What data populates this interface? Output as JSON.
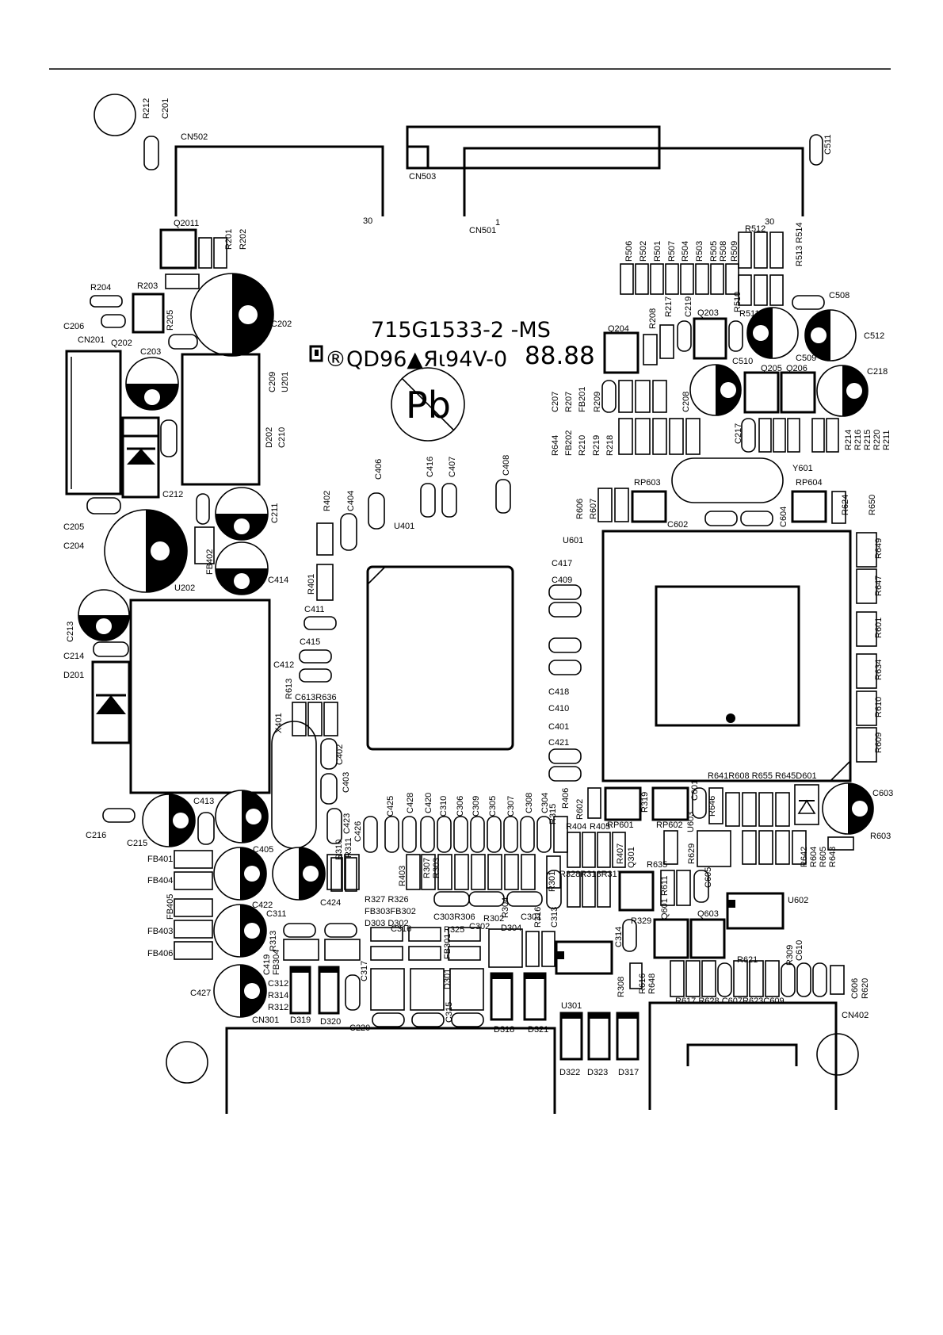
{
  "board": {
    "part_number": "715G1533-2 -MS",
    "markings": "®QD96▲Яι94V-0",
    "date_code": "88.88",
    "pb_mark": "Pb"
  },
  "labels": [
    {
      "id": "R212",
      "text": "R212"
    },
    {
      "id": "C201",
      "text": "C201"
    },
    {
      "id": "CN502",
      "text": "CN502"
    },
    {
      "id": "CN503",
      "text": "CN503"
    },
    {
      "id": "C511",
      "text": "C511"
    },
    {
      "id": "Q2011",
      "text": "Q2011"
    },
    {
      "id": "R201",
      "text": "R201"
    },
    {
      "id": "R202",
      "text": "R202"
    },
    {
      "id": "P30a",
      "text": "30"
    },
    {
      "id": "CN501",
      "text": "CN501"
    },
    {
      "id": "P1",
      "text": "1"
    },
    {
      "id": "R512",
      "text": "R512"
    },
    {
      "id": "P30b",
      "text": "30"
    },
    {
      "id": "R513R514",
      "text": "R513 R514"
    },
    {
      "id": "R506",
      "text": "R506"
    },
    {
      "id": "R502",
      "text": "R502"
    },
    {
      "id": "R501",
      "text": "R501"
    },
    {
      "id": "R507",
      "text": "R507"
    },
    {
      "id": "R504",
      "text": "R504"
    },
    {
      "id": "R503",
      "text": "R503"
    },
    {
      "id": "R505",
      "text": "R505"
    },
    {
      "id": "R508",
      "text": "R508"
    },
    {
      "id": "R509",
      "text": "R509"
    },
    {
      "id": "R204",
      "text": "R204"
    },
    {
      "id": "R203",
      "text": "R203"
    },
    {
      "id": "R205",
      "text": "R205"
    },
    {
      "id": "C202",
      "text": "C202"
    },
    {
      "id": "C206",
      "text": "C206"
    },
    {
      "id": "CN201",
      "text": "CN201"
    },
    {
      "id": "Q202",
      "text": "Q202"
    },
    {
      "id": "C203",
      "text": "C203"
    },
    {
      "id": "C209",
      "text": "C209"
    },
    {
      "id": "U201",
      "text": "U201"
    },
    {
      "id": "D202",
      "text": "D202"
    },
    {
      "id": "C210",
      "text": "C210"
    },
    {
      "id": "C212",
      "text": "C212"
    },
    {
      "id": "C205",
      "text": "C205"
    },
    {
      "id": "C204",
      "text": "C204"
    },
    {
      "id": "C211",
      "text": "C211"
    },
    {
      "id": "FB402",
      "text": "FB402"
    },
    {
      "id": "C414",
      "text": "C414"
    },
    {
      "id": "U202",
      "text": "U202"
    },
    {
      "id": "C213",
      "text": "C213"
    },
    {
      "id": "C214",
      "text": "C214"
    },
    {
      "id": "D201",
      "text": "D201"
    },
    {
      "id": "R402",
      "text": "R402"
    },
    {
      "id": "C404",
      "text": "C404"
    },
    {
      "id": "C406",
      "text": "C406"
    },
    {
      "id": "C416",
      "text": "C416"
    },
    {
      "id": "C407",
      "text": "C407"
    },
    {
      "id": "C408",
      "text": "C408"
    },
    {
      "id": "U401",
      "text": "U401"
    },
    {
      "id": "R401",
      "text": "R401"
    },
    {
      "id": "C411",
      "text": "C411"
    },
    {
      "id": "C415",
      "text": "C415"
    },
    {
      "id": "C412",
      "text": "C412"
    },
    {
      "id": "R613",
      "text": "R613"
    },
    {
      "id": "C613R636",
      "text": "C613R636"
    },
    {
      "id": "X401",
      "text": "X401"
    },
    {
      "id": "C402",
      "text": "C402"
    },
    {
      "id": "C403",
      "text": "C403"
    },
    {
      "id": "C417",
      "text": "C417"
    },
    {
      "id": "C409",
      "text": "C409"
    },
    {
      "id": "C418",
      "text": "C418"
    },
    {
      "id": "C410",
      "text": "C410"
    },
    {
      "id": "C401",
      "text": "C401"
    },
    {
      "id": "C421",
      "text": "C421"
    },
    {
      "id": "Q204",
      "text": "Q204"
    },
    {
      "id": "R208",
      "text": "R208"
    },
    {
      "id": "R217",
      "text": "R217"
    },
    {
      "id": "C219",
      "text": "C219"
    },
    {
      "id": "Q203",
      "text": "Q203"
    },
    {
      "id": "R510",
      "text": "R510"
    },
    {
      "id": "R511",
      "text": "R511"
    },
    {
      "id": "C508",
      "text": "C508"
    },
    {
      "id": "C512",
      "text": "C512"
    },
    {
      "id": "C510",
      "text": "C510"
    },
    {
      "id": "C509",
      "text": "C509"
    },
    {
      "id": "Q205",
      "text": "Q205"
    },
    {
      "id": "Q206",
      "text": "Q206"
    },
    {
      "id": "C218",
      "text": "C218"
    },
    {
      "id": "C207",
      "text": "C207"
    },
    {
      "id": "R207",
      "text": "R207"
    },
    {
      "id": "FB201",
      "text": "FB201"
    },
    {
      "id": "R209",
      "text": "R209"
    },
    {
      "id": "C208",
      "text": "C208"
    },
    {
      "id": "C217",
      "text": "C217"
    },
    {
      "id": "R644",
      "text": "R644"
    },
    {
      "id": "FB202",
      "text": "FB202"
    },
    {
      "id": "R210",
      "text": "R210"
    },
    {
      "id": "R219",
      "text": "R219"
    },
    {
      "id": "R218",
      "text": "R218"
    },
    {
      "id": "R214",
      "text": "R214"
    },
    {
      "id": "R216",
      "text": "R216"
    },
    {
      "id": "R215",
      "text": "R215"
    },
    {
      "id": "R220",
      "text": "R220"
    },
    {
      "id": "R211",
      "text": "R211"
    },
    {
      "id": "Y601",
      "text": "Y601"
    },
    {
      "id": "RP603",
      "text": "RP603"
    },
    {
      "id": "RP604",
      "text": "RP604"
    },
    {
      "id": "R606",
      "text": "R606"
    },
    {
      "id": "R607",
      "text": "R607"
    },
    {
      "id": "C602",
      "text": "C602"
    },
    {
      "id": "C604",
      "text": "C604"
    },
    {
      "id": "R624",
      "text": "R624"
    },
    {
      "id": "R650",
      "text": "R650"
    },
    {
      "id": "U601",
      "text": "U601"
    },
    {
      "id": "R649",
      "text": "R649"
    },
    {
      "id": "R647",
      "text": "R647"
    },
    {
      "id": "R601",
      "text": "R601"
    },
    {
      "id": "R634",
      "text": "R634"
    },
    {
      "id": "R610",
      "text": "R610"
    },
    {
      "id": "R609",
      "text": "R609"
    },
    {
      "id": "R641R608",
      "text": "R641R608 R655 R645D601"
    },
    {
      "id": "C603",
      "text": "C603"
    },
    {
      "id": "R603",
      "text": "R603"
    },
    {
      "id": "R642",
      "text": "R642"
    },
    {
      "id": "R604",
      "text": "R604"
    },
    {
      "id": "R605",
      "text": "R605"
    },
    {
      "id": "R643",
      "text": "R643"
    },
    {
      "id": "R646",
      "text": "R646"
    },
    {
      "id": "C601",
      "text": "C601"
    },
    {
      "id": "RP601",
      "text": "RP601"
    },
    {
      "id": "R319",
      "text": "R319"
    },
    {
      "id": "RP602",
      "text": "RP602"
    },
    {
      "id": "U603",
      "text": "U603"
    },
    {
      "id": "R602",
      "text": "R602"
    },
    {
      "id": "R406",
      "text": "R406"
    },
    {
      "id": "R404",
      "text": "R404"
    },
    {
      "id": "R405",
      "text": "R405"
    },
    {
      "id": "R407",
      "text": "R407"
    },
    {
      "id": "Q301",
      "text": "Q301"
    },
    {
      "id": "R635",
      "text": "R635"
    },
    {
      "id": "R629",
      "text": "R629"
    },
    {
      "id": "R611",
      "text": "R611"
    },
    {
      "id": "Q601",
      "text": "Q601"
    },
    {
      "id": "C605",
      "text": "C605"
    },
    {
      "id": "Q603",
      "text": "Q603"
    },
    {
      "id": "U602",
      "text": "U602"
    },
    {
      "id": "R328",
      "text": "R328R318R317"
    },
    {
      "id": "R329",
      "text": "R329"
    },
    {
      "id": "C413",
      "text": "C413"
    },
    {
      "id": "C216",
      "text": "C216"
    },
    {
      "id": "C215",
      "text": "C215"
    },
    {
      "id": "C405",
      "text": "C405"
    },
    {
      "id": "FB401",
      "text": "FB401"
    },
    {
      "id": "FB404",
      "text": "FB404"
    },
    {
      "id": "FB405",
      "text": "FB405"
    },
    {
      "id": "FB403",
      "text": "FB403"
    },
    {
      "id": "FB406",
      "text": "FB406"
    },
    {
      "id": "C422",
      "text": "C422"
    },
    {
      "id": "C311",
      "text": "C311"
    },
    {
      "id": "C424",
      "text": "C424"
    },
    {
      "id": "R313",
      "text": "R313"
    },
    {
      "id": "FB304",
      "text": "FB304"
    },
    {
      "id": "C419",
      "text": "C419"
    },
    {
      "id": "C427",
      "text": "C427"
    },
    {
      "id": "C312",
      "text": "C312"
    },
    {
      "id": "R314",
      "text": "R314"
    },
    {
      "id": "R312",
      "text": "R312"
    },
    {
      "id": "CN301",
      "text": "CN301"
    },
    {
      "id": "D319",
      "text": "D319"
    },
    {
      "id": "D320",
      "text": "D320"
    },
    {
      "id": "C425",
      "text": "C425"
    },
    {
      "id": "C428",
      "text": "C428"
    },
    {
      "id": "C420",
      "text": "C420"
    },
    {
      "id": "C310",
      "text": "C310"
    },
    {
      "id": "C306",
      "text": "C306"
    },
    {
      "id": "C309",
      "text": "C309"
    },
    {
      "id": "C305",
      "text": "C305"
    },
    {
      "id": "C307",
      "text": "C307"
    },
    {
      "id": "C308",
      "text": "C308"
    },
    {
      "id": "C304",
      "text": "C304"
    },
    {
      "id": "R315",
      "text": "R315"
    },
    {
      "id": "C426",
      "text": "C426"
    },
    {
      "id": "C423",
      "text": "C423"
    },
    {
      "id": "R311",
      "text": "R311"
    },
    {
      "id": "R310",
      "text": "R310"
    },
    {
      "id": "R403",
      "text": "R403"
    },
    {
      "id": "R307",
      "text": "R307"
    },
    {
      "id": "R303",
      "text": "R303"
    },
    {
      "id": "R301",
      "text": "R301"
    },
    {
      "id": "R327R326",
      "text": "R327 R326"
    },
    {
      "id": "FB303FB302",
      "text": "FB303FB302"
    },
    {
      "id": "D303D302",
      "text": "D303 D302"
    },
    {
      "id": "C316",
      "text": "C316"
    },
    {
      "id": "R325",
      "text": "R325"
    },
    {
      "id": "C303R306",
      "text": "C303R306"
    },
    {
      "id": "R302",
      "text": "R302"
    },
    {
      "id": "C302",
      "text": "C302"
    },
    {
      "id": "R304",
      "text": "R304"
    },
    {
      "id": "D304",
      "text": "D304"
    },
    {
      "id": "C301",
      "text": "C301"
    },
    {
      "id": "R316",
      "text": "R316"
    },
    {
      "id": "C313",
      "text": "C313"
    },
    {
      "id": "FB301",
      "text": "FB301"
    },
    {
      "id": "C317",
      "text": "C317"
    },
    {
      "id": "D301",
      "text": "D301"
    },
    {
      "id": "C315",
      "text": "C315"
    },
    {
      "id": "C220",
      "text": "C220"
    },
    {
      "id": "C314",
      "text": "C314"
    },
    {
      "id": "R308",
      "text": "R308"
    },
    {
      "id": "R616",
      "text": "R616"
    },
    {
      "id": "R648",
      "text": "R648"
    },
    {
      "id": "D318",
      "text": "D318"
    },
    {
      "id": "D321",
      "text": "D321"
    },
    {
      "id": "U301",
      "text": "U301"
    },
    {
      "id": "D322",
      "text": "D322"
    },
    {
      "id": "D323",
      "text": "D323"
    },
    {
      "id": "D317",
      "text": "D317"
    },
    {
      "id": "R621",
      "text": "R621"
    },
    {
      "id": "R309",
      "text": "R309"
    },
    {
      "id": "C610",
      "text": "C610"
    },
    {
      "id": "R617",
      "text": "R617 R628 C607R623C609"
    },
    {
      "id": "C606",
      "text": "C606"
    },
    {
      "id": "R620",
      "text": "R620"
    },
    {
      "id": "CN402",
      "text": "CN402"
    }
  ]
}
